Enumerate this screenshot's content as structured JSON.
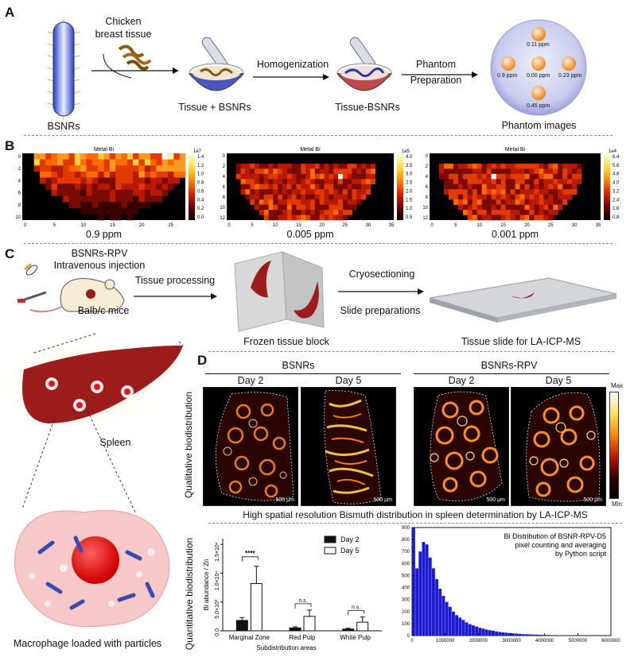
{
  "panels": {
    "a": "A",
    "b": "B",
    "c": "C",
    "d": "D"
  },
  "panel_a": {
    "bsnrs": "BSNRs",
    "chicken_line1": "Chicken",
    "chicken_line2": "breast tissue",
    "tissue_bsnrs": "Tissue + BSNRs",
    "homogenization": "Homogenization",
    "tissue_bsnrs2": "Tissue-BSNRs",
    "phantom_line1": "Phantom",
    "phantom_line2": "Preparation",
    "phantom_images": "Phantom images",
    "ppm": [
      "0.11 ppm",
      "0.9 ppm",
      "0.00 ppm",
      "0.23 ppm",
      "0.45 ppm"
    ]
  },
  "panel_b": {
    "maps": [
      {
        "title": "Metal Bi",
        "exp": "1e7",
        "label": "0.9 ppm",
        "cb_ticks": [
          "1.4",
          "1.2",
          "1.0",
          "0.8",
          "0.6",
          "0.4",
          "0.2",
          "0.0"
        ],
        "x_ticks": [
          "0",
          "5",
          "10",
          "15",
          "20",
          "25"
        ],
        "y_ticks": [
          "0",
          "2",
          "4",
          "6",
          "8",
          "10"
        ]
      },
      {
        "title": "Metal Bi",
        "exp": "1e5",
        "label": "0.005 ppm",
        "cb_ticks": [
          "4.0",
          "3.5",
          "3.0",
          "2.5",
          "2.0",
          "1.5",
          "1.0",
          "0.5"
        ],
        "x_ticks": [
          "0",
          "5",
          "10",
          "15",
          "20",
          "25",
          "30",
          "35"
        ],
        "y_ticks": [
          "0",
          "2",
          "4",
          "6",
          "8",
          "10",
          "12"
        ]
      },
      {
        "title": "Metal Bi",
        "exp": "1e4",
        "label": "0.001 ppm",
        "cb_ticks": [
          "6.4",
          "5.6",
          "4.8",
          "4.0",
          "3.2",
          "2.4",
          "1.6",
          "0.8"
        ],
        "x_ticks": [
          "0",
          "5",
          "10",
          "15",
          "20",
          "25",
          "30",
          "35"
        ],
        "y_ticks": [
          "0",
          "2",
          "4",
          "6",
          "8",
          "10",
          "12"
        ]
      }
    ]
  },
  "panel_c": {
    "injection_line1": "BSNRs-RPV",
    "injection_line2": "Intravenous injection",
    "mice": "Balb/c mice",
    "tissue_processing": "Tissue processing",
    "frozen_block": "Frozen tissue block",
    "cryo": "Cryosectioning",
    "slide_prep": "Slide preparations",
    "tissue_slide": "Tissue slide for LA-ICP-MS",
    "spleen": "Spleen",
    "macrophage": "Macrophage loaded with particles"
  },
  "panel_d": {
    "group1": "BSNRs",
    "group2": "BSNRs-RPV",
    "days": [
      "Day 2",
      "Day 5",
      "Day 2",
      "Day 5"
    ],
    "scale": "500 μm",
    "qual_label": "Qualitative biodistribution",
    "colorbar_max": "Max",
    "colorbar_min": "Min",
    "caption": "High spatial resolution Bismuth distribution in spleen determination by LA-ICP-MS",
    "quant_label": "Quantitative biodistribution"
  },
  "chart_data": [
    {
      "type": "bar",
      "ylabel": "Bi abundance / Zn",
      "xlabel": "Subdistribution areas",
      "categories": [
        "Marginal Zone",
        "Red Pulp",
        "White Pulp"
      ],
      "series": [
        {
          "name": "Day 2",
          "values": [
            1800,
            500,
            300
          ],
          "errors": [
            500,
            200,
            150
          ]
        },
        {
          "name": "Day 5",
          "values": [
            8200,
            2500,
            1500
          ],
          "errors": [
            3000,
            1100,
            900
          ]
        }
      ],
      "y_tick_labels": [
        "0.0",
        "5.0×10³",
        "1.0×10⁴",
        "1.5×10⁴"
      ],
      "y_tick_values": [
        0,
        5000,
        10000,
        15000
      ],
      "ylim": [
        0,
        16000
      ],
      "annotations": [
        "****",
        "n.s.",
        "n.s."
      ],
      "legend": "top-right"
    },
    {
      "type": "bar",
      "title_lines": [
        "Bi Distribution of BSNR-RPV-D5",
        "pixel counting and averaging",
        "by Python script"
      ],
      "x_ticks": [
        "0",
        "1000000",
        "2000000",
        "3000000",
        "4000000",
        "5000000",
        "6000000"
      ],
      "y_ticks": [
        "0",
        "100",
        "200",
        "300",
        "400",
        "500",
        "600",
        "700",
        "800",
        "900"
      ],
      "xlim": [
        0,
        6000000
      ],
      "ylim": [
        0,
        900
      ],
      "bin_width": 100000,
      "values": [
        900,
        560,
        700,
        780,
        760,
        650,
        560,
        470,
        390,
        330,
        280,
        240,
        200,
        170,
        150,
        130,
        110,
        95,
        85,
        75,
        65,
        58,
        50,
        45,
        40,
        35,
        30,
        27,
        24,
        21,
        18,
        16,
        14,
        12,
        11,
        10,
        9,
        8,
        7,
        6,
        5,
        5,
        4,
        4,
        3,
        3,
        2,
        2,
        2,
        1,
        1,
        1,
        1,
        1,
        0,
        0,
        0,
        0,
        0,
        0
      ]
    }
  ],
  "colors": {
    "bar_blue": "#1a1ad0",
    "spleen": "#9c1c1c",
    "accent_red": "#e01818"
  }
}
